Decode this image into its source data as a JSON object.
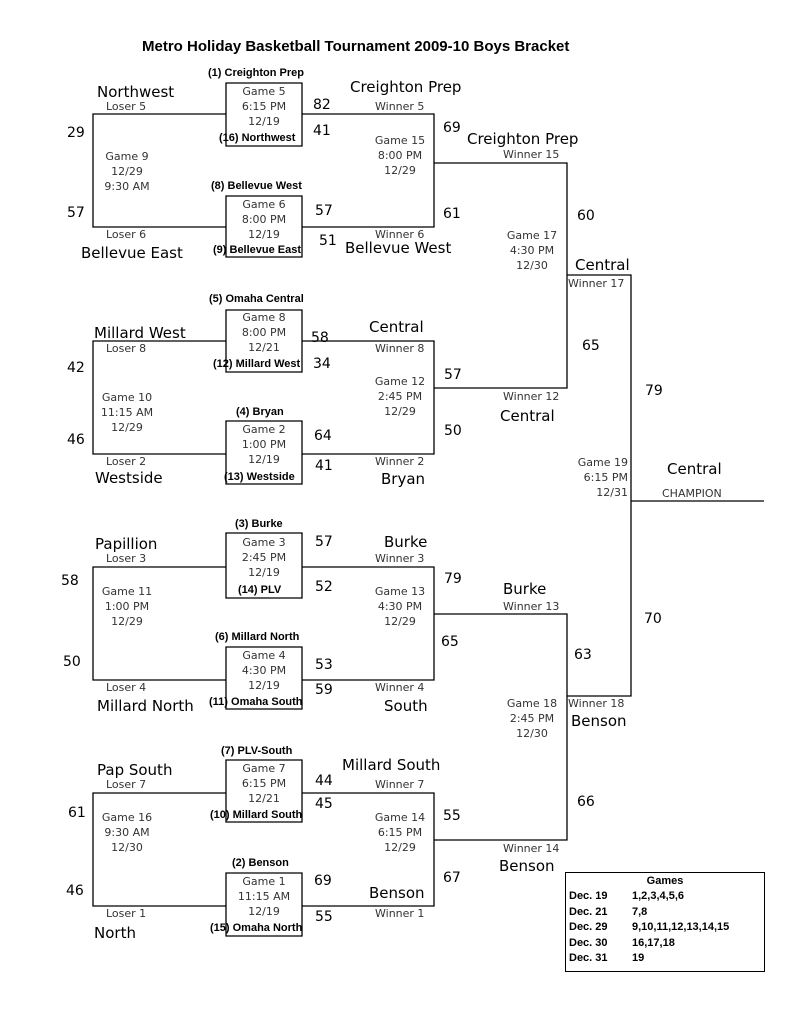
{
  "title": "Metro Holiday Basketball Tournament 2009-10 Boys Bracket",
  "seeds": {
    "s1": "(1) Creighton Prep",
    "s16": "(16) Northwest",
    "s8": "(8) Bellevue West",
    "s9": "(9) Bellevue East",
    "s5": "(5) Omaha Central",
    "s12": "(12) Millard West",
    "s4": "(4) Bryan",
    "s13": "(13) Westside",
    "s3": "(3) Burke",
    "s14": "(14) PLV",
    "s6": "(6) Millard North",
    "s11": "(11) Omaha South",
    "s7": "(7) PLV-South",
    "s10": "(10) Millard South",
    "s2": "(2) Benson",
    "s15": "(15) Omaha North"
  },
  "games": {
    "g5": [
      "Game 5",
      "6:15 PM",
      "12/19"
    ],
    "g6": [
      "Game 6",
      "8:00 PM",
      "12/19"
    ],
    "g8": [
      "Game 8",
      "8:00 PM",
      "12/21"
    ],
    "g2": [
      "Game 2",
      "1:00 PM",
      "12/19"
    ],
    "g3": [
      "Game 3",
      "2:45 PM",
      "12/19"
    ],
    "g4": [
      "Game 4",
      "4:30 PM",
      "12/19"
    ],
    "g7": [
      "Game 7",
      "6:15 PM",
      "12/21"
    ],
    "g1": [
      "Game 1",
      "11:15 AM",
      "12/19"
    ],
    "g9": [
      "Game 9",
      "12/29",
      "9:30 AM"
    ],
    "g10": [
      "Game 10",
      "11:15 AM",
      "12/29"
    ],
    "g11": [
      "Game 11",
      "1:00 PM",
      "12/29"
    ],
    "g16": [
      "Game 16",
      "9:30 AM",
      "12/30"
    ],
    "g15": [
      "Game 15",
      "8:00 PM",
      "12/29"
    ],
    "g12": [
      "Game 12",
      "2:45 PM",
      "12/29"
    ],
    "g13": [
      "Game 13",
      "4:30 PM",
      "12/29"
    ],
    "g14": [
      "Game 14",
      "6:15 PM",
      "12/29"
    ],
    "g17": [
      "Game 17",
      "4:30 PM",
      "12/30"
    ],
    "g18": [
      "Game 18",
      "2:45 PM",
      "12/30"
    ],
    "g19": [
      "Game 19",
      "6:15 PM",
      "12/31"
    ]
  },
  "labels": {
    "loser5": "Loser 5",
    "loser6": "Loser 6",
    "loser8": "Loser 8",
    "loser2": "Loser 2",
    "loser3": "Loser 3",
    "loser4": "Loser 4",
    "loser7": "Loser 7",
    "loser1": "Loser 1",
    "winner5": "Winner 5",
    "winner6": "Winner 6",
    "winner8": "Winner 8",
    "winner2": "Winner 2",
    "winner3": "Winner 3",
    "winner4": "Winner 4",
    "winner7": "Winner 7",
    "winner1": "Winner 1",
    "winner15": "Winner 15",
    "winner12": "Winner 12",
    "winner13": "Winner 13",
    "winner14": "Winner 14",
    "winner17": "Winner 17",
    "winner18": "Winner 18",
    "champion": "CHAMPION"
  },
  "teams": {
    "northwest": "Northwest",
    "bellevue_east": "Bellevue East",
    "millard_west": "Millard West",
    "westside": "Westside",
    "papillion": "Papillion",
    "millard_north": "Millard North",
    "pap_south": "Pap South",
    "north": "North",
    "r2_creighton_prep": "Creighton Prep",
    "r2_bellevue_west": "Bellevue West",
    "r2_central": "Central",
    "r2_bryan": "Bryan",
    "r2_burke": "Burke",
    "r2_south": "South",
    "r2_millard_south": "Millard South",
    "r2_benson": "Benson",
    "r3_creighton_prep": "Creighton Prep",
    "r3_central": "Central",
    "r3_burke": "Burke",
    "r3_benson": "Benson",
    "r4_central": "Central",
    "r4_benson": "Benson",
    "champion_team": "Central"
  },
  "scores": {
    "g5_top": "82",
    "g5_bot": "41",
    "g6_top": "57",
    "g6_bot": "51",
    "g8_top": "58",
    "g8_bot": "34",
    "g2_top": "64",
    "g2_bot": "41",
    "g3_top": "57",
    "g3_bot": "52",
    "g4_top": "53",
    "g4_bot": "59",
    "g7_top": "44",
    "g7_bot": "45",
    "g1_top": "69",
    "g1_bot": "55",
    "g9_top": "29",
    "g9_bot": "57",
    "g10_top": "42",
    "g10_bot": "46",
    "g11_top": "58",
    "g11_bot": "50",
    "g16_top": "61",
    "g16_bot": "46",
    "g15_top": "69",
    "g15_bot": "61",
    "g12_top": "57",
    "g12_bot": "50",
    "g13_top": "79",
    "g13_bot": "65",
    "g14_top": "55",
    "g14_bot": "67",
    "g17_top": "60",
    "g17_bot": "65",
    "g18_top": "63",
    "g18_bot": "66",
    "g19_top": "79",
    "g19_bot": "70"
  },
  "schedule": {
    "header": "Games",
    "rows": [
      {
        "date": "Dec. 19",
        "games": "1,2,3,4,5,6"
      },
      {
        "date": "Dec. 21",
        "games": "7,8"
      },
      {
        "date": "Dec. 29",
        "games": "9,10,11,12,13,14,15"
      },
      {
        "date": "Dec. 30",
        "games": "16,17,18"
      },
      {
        "date": "Dec. 31",
        "games": "19"
      }
    ]
  }
}
